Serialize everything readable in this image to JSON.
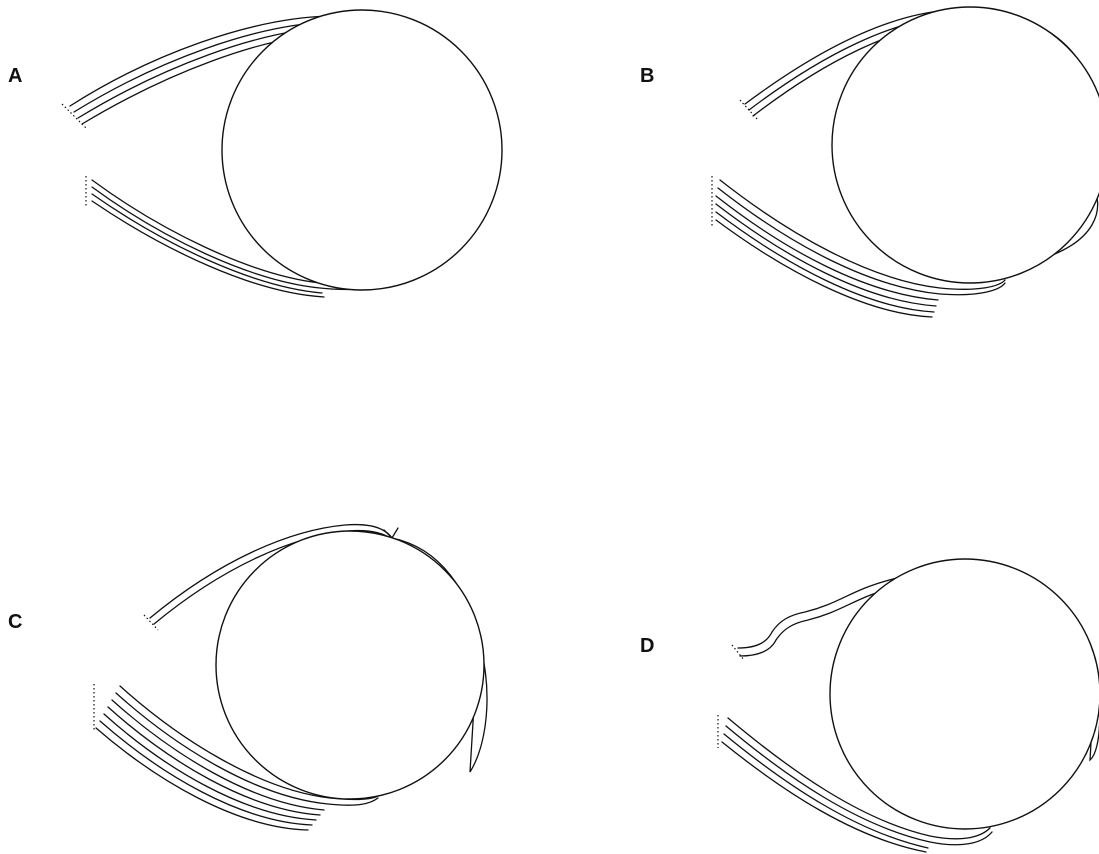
{
  "panels": [
    {
      "id": "A",
      "label": "A"
    },
    {
      "id": "B",
      "label": "B"
    },
    {
      "id": "C",
      "label": "C"
    },
    {
      "id": "D",
      "label": "D"
    }
  ],
  "colors": {
    "ink": "#111111",
    "background": "#ffffff"
  }
}
